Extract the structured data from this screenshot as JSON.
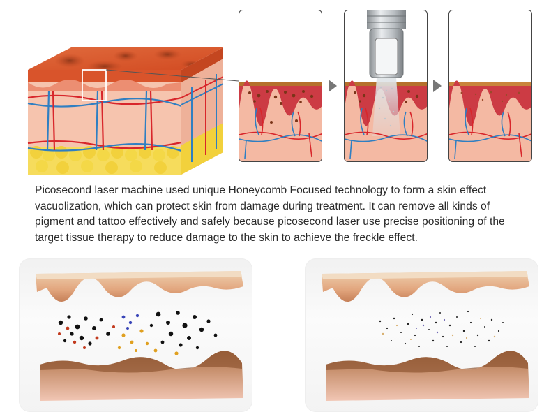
{
  "description": "Picosecond laser machine used unique Honeycomb Focused technology to form a skin effect vacuolization, which can protect skin from damage during treatment. It can remove all kinds of pigment and tattoo effectively and safely because picosecond laser use precise positioning of the target tissue therapy to reduce damage to the skin to achieve the freckle effect.",
  "colors": {
    "epidermis": "#d9542b",
    "dermis": "#f4b9a3",
    "fat": "#f2d13c",
    "artery": "#d8262b",
    "vein": "#2f7fc2",
    "pigment": "#7a3418",
    "laser_beam": "#cfd6da",
    "tissue_top": "#e7b98f",
    "tissue_bottom": "#b5805a"
  },
  "icons": [
    "skin-cube-illustration",
    "laser-handpiece-icon",
    "process-arrow-icon",
    "pigment-particles"
  ]
}
